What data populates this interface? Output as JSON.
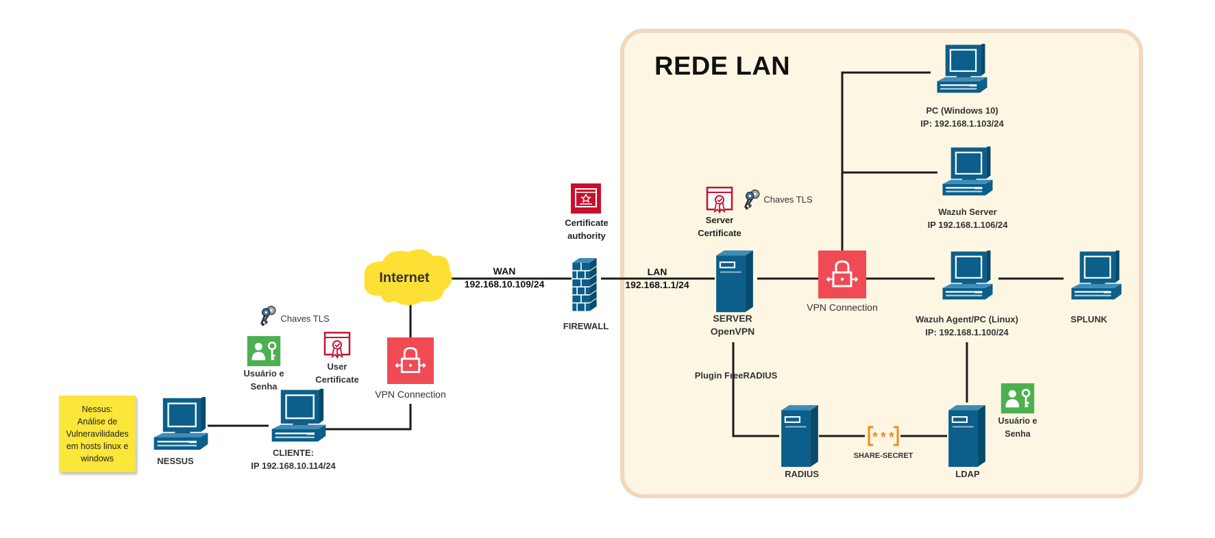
{
  "lan": {
    "title": "REDE LAN"
  },
  "nessus_note": {
    "lines": [
      "Nessus:",
      "Análise de",
      "Vulneravilidades",
      "em hosts linux e",
      "windows"
    ]
  },
  "internet": {
    "label": "Internet"
  },
  "labels": {
    "nessus": "NESSUS",
    "cliente": [
      "CLIENTE:",
      "IP 192.168.10.114/24"
    ],
    "usuario_senha_left": [
      "Usuário e",
      "Senha"
    ],
    "user_certificate": [
      "User",
      "Certificate"
    ],
    "chaves_tls_left": "Chaves TLS",
    "vpn_left": "VPN Connection",
    "wan": [
      "WAN",
      "192.168.10.109/24"
    ],
    "certificate_authority": [
      "Certificate",
      "authority"
    ],
    "firewall": "FIREWALL",
    "lan_link": [
      "LAN",
      "192.168.1.1/24"
    ],
    "server_certificate": [
      "Server",
      "Certificate"
    ],
    "chaves_tls_right": "Chaves TLS",
    "server_openvpn": [
      "SERVER",
      "OpenVPN"
    ],
    "vpn_right": "VPN Connection",
    "pc_windows": [
      "PC (Windows 10)",
      "IP: 192.168.1.103/24"
    ],
    "wazuh_server": [
      "Wazuh Server",
      "IP 192.168.1.106/24"
    ],
    "wazuh_agent": [
      "Wazuh Agent/PC (Linux)",
      "IP: 192.168.1.100/24"
    ],
    "splunk": "SPLUNK",
    "plugin_freeradius": "Plugin FreeRADIUS",
    "radius": "RADIUS",
    "share_secret_symbol": "***",
    "share_secret": "SHARE-SECRET",
    "ldap": "LDAP",
    "usuario_senha_right": [
      "Usuário e",
      "Senha"
    ]
  },
  "colors": {
    "device_blue": "#0b5f8a",
    "vpn_red": "#f04a55",
    "cert_red": "#c8102e",
    "user_green": "#4cb050",
    "cloud_yellow": "#fde033",
    "secret_orange": "#f08c1c",
    "lan_bg": "#fdf6e3",
    "lan_border": "#f2d7bd"
  }
}
